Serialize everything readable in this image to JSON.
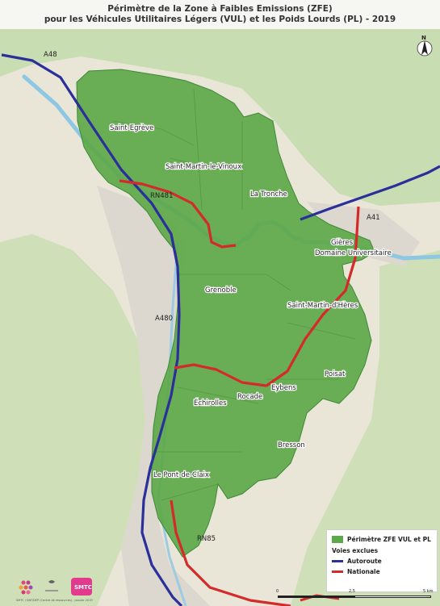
{
  "header": {
    "title_line1": "Périmètre de la Zone à Faibles Emissions (ZFE)",
    "title_line2": "pour les Véhicules Utilitaires Légers (VUL) et les Poids Lourds (PL) - 2019"
  },
  "north_arrow": {
    "letter": "N",
    "icon": "north-arrow-icon"
  },
  "places": {
    "saint_egreve": "Saint-Egrève",
    "saint_martin_le_vinoux": "Saint-Martin-le-Vinoux",
    "la_tronche": "La Tronche",
    "gieres": "Gières",
    "domaine_universitaire": "Domaine Universitaire",
    "grenoble": "Grenoble",
    "saint_martin_dheres": "Saint-Martin-d'Hères",
    "poisat": "Poisat",
    "eybens": "Eybens",
    "echirolles": "Échirolles",
    "bresson": "Bresson",
    "le_pont_de_claix": "Le Pont-de-Claix"
  },
  "roads": {
    "a48": "A48",
    "a41": "A41",
    "a480": "A480",
    "rn481": "RN481",
    "rn85": "RN85",
    "rocade": "Rocade"
  },
  "legend": {
    "zone_label": "Périmètre ZFE VUL et PL",
    "excluded_title": "Voies exclues",
    "autoroute_label": "Autoroute",
    "nationale_label": "Nationale"
  },
  "colors": {
    "zone_fill": "#5da84a",
    "autoroute": "#2a2f9a",
    "nationale": "#d42a2a",
    "river": "#8ec7e2",
    "background": "#f2efe6"
  },
  "scale": {
    "ticks": [
      "0",
      "2,5",
      "5 km"
    ]
  },
  "footer": {
    "logo1_icon": "grenoble-alpes-metropole-logo",
    "logo2_text": "SMTC",
    "credits": "SMTC / DAT/DEP (Centre de ressources) - Janvier 2019"
  }
}
